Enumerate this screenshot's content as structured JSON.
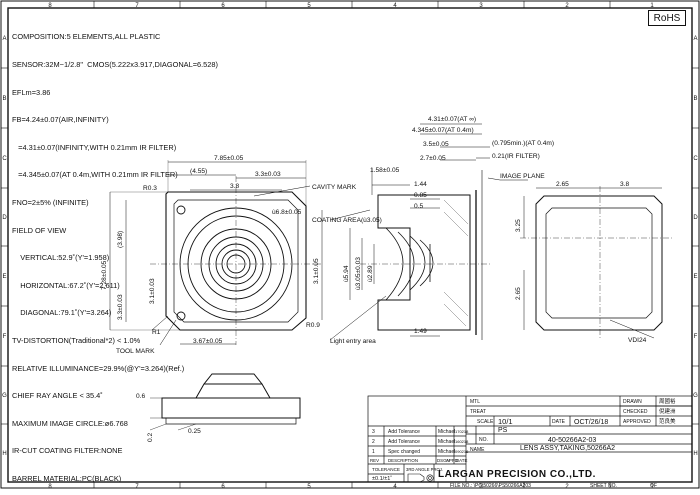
{
  "rohs": "RoHS",
  "spec_lines": [
    "COMPOSITION:5 ELEMENTS,ALL PLASTIC",
    "SENSOR:32M−1/2.8\"  CMOS(5.222x3.917,DIAGONAL=6.528)",
    "EFLm=3.86",
    "FB=4.24±0.07(AIR,INFINITY)",
    "   =4.31±0.07(INFINITY,WITH 0.21mm IR FILTER)",
    "   =4.345±0.07(AT 0.4m,WITH 0.21mm IR FILTER)",
    "FNO=2±5% (INFINITE)",
    "FIELD OF VIEW",
    "    VERTICAL:52.9˚(Y'=1.958)",
    "    HORIZONTAL:67.2˚(Y'=2.611)",
    "    DIAGONAL:79.1˚(Y'=3.264)",
    "TV-DISTORTION(Traditional*2) < 1.0%",
    "RELATIVE ILLUMINANCE=29.9%(@Y'=3.264)(Ref.)",
    "CHIEF RAY ANGLE < 35.4˚",
    "MAXIMUM IMAGE CIRCLE:ø6.768",
    "IR-CUT COATING FILTER:NONE",
    "BARREL MATERIAL:PC(BLACK)"
  ],
  "grid": {
    "cols": [
      "8",
      "7",
      "6",
      "5",
      "4",
      "3",
      "2",
      "1"
    ],
    "rows": [
      "A",
      "B",
      "C",
      "D",
      "E",
      "F",
      "G",
      "H"
    ]
  },
  "front_view": {
    "dims": [
      "7.85±0.05",
      "(4.55)",
      "3.3±0.03",
      "3.8",
      "7.28±0.05",
      "(3.98)",
      "3.1±0.05",
      "3.1±0.03",
      "3.3±0.03",
      "3.67±0.05",
      "R0.3",
      "R0.9",
      "ù6.8±0.05",
      "R1"
    ],
    "labels": {
      "cavity": "CAVITY MARK",
      "tool": "TOOL MARK"
    }
  },
  "section_view": {
    "dims_top": [
      "4.31±0.07(AT ∞)",
      "4.345±0.07(AT 0.4m)",
      "3.5±0.05",
      "2.7±0.05",
      "(0.795min.)(AT 0.4m)",
      "0.21(IR FILTER)",
      "1.58±0.05",
      "1.44",
      "0.85",
      "0.5"
    ],
    "dims_side": [
      "ù5.94",
      "ù3.05±0.03",
      "ù2.89"
    ],
    "dim_bottom": "1.49",
    "labels": {
      "coating": "COATING AREA(ù3.05)",
      "light": "Light entry area",
      "image_plane": "IMAGE PLANE"
    }
  },
  "rear_view": {
    "dims": [
      "2.65",
      "3.8",
      "3.25",
      "2.65"
    ],
    "label": "VDI24"
  },
  "bottom_view": {
    "dims": [
      "0.6",
      "0.25",
      "0.2"
    ]
  },
  "title_block": {
    "hdr": {
      "mtl": "MTL",
      "treat": "TREAT",
      "drawn": "DRAWN",
      "checked": "CHECKED",
      "approved": "APPROVED"
    },
    "stamps": [
      "周國裕",
      "倪建洲",
      "范良美"
    ],
    "revisions": [
      {
        "rev": "3",
        "desc": "Add Tolerance",
        "by": "Michael",
        "date": "170218"
      },
      {
        "rev": "2",
        "desc": "Add Tolerance",
        "by": "Michael",
        "date": "160218"
      },
      {
        "rev": "1",
        "desc": "Spec changed",
        "by": "Michael",
        "date": "090218"
      }
    ],
    "rev_header": [
      "REV",
      "DESCRIPTION",
      "DSGN",
      "APPD",
      "DATE"
    ],
    "scale_label": "SCALE",
    "scale": "10/1",
    "date_label": "DATE",
    "date": "OCT/26/18",
    "approved_label": "APPROVED",
    "no_label": "NO.",
    "no_prefix": "PS",
    "no_value": "40-50266A2-03",
    "name_label": "NAME",
    "name_value": "LENS ASSY,TAKING,50266A2",
    "tolerance_label": "TOLERANCE",
    "tolerance_value": "±0.1/±1˚",
    "angle_label": "3RD ANGLE PROJ.",
    "company": "LARGAN PRECISION CO.,LTD.",
    "file_no": "FILE NO.: \\PC\\50266\\PS50266A203",
    "sheet_label": "SHEET NO.",
    "sheet_value": "OF"
  }
}
